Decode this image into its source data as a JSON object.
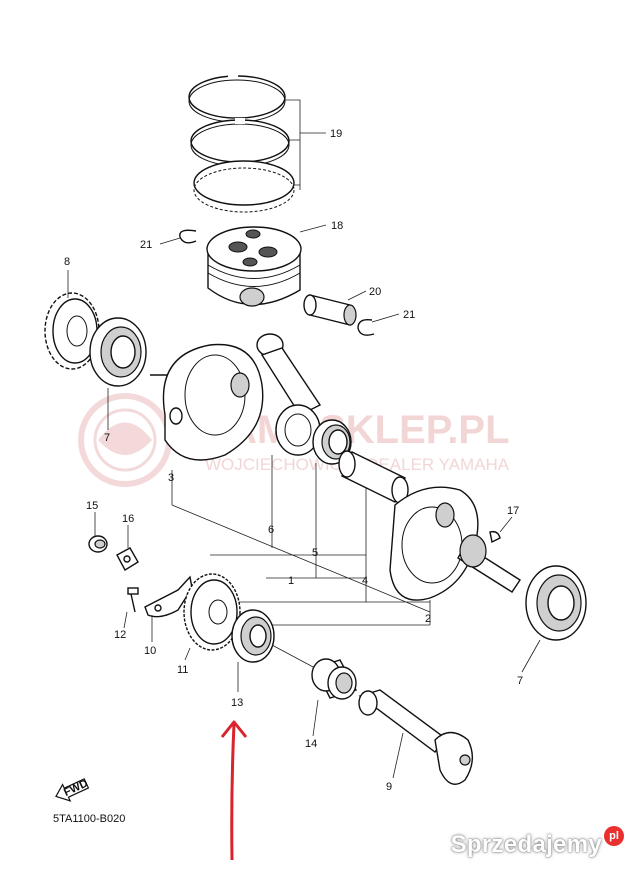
{
  "watermark": {
    "brand": "YAMASKLEP.PL",
    "tagline": "WOJCIECHOWICZ | DEALER YAMAHA"
  },
  "diagram_code": "5TA1100-B020",
  "fwd_label": "FWD",
  "site_badge": {
    "name": "Sprzedajemy",
    "suffix": "pl"
  },
  "callouts": [
    "1",
    "2",
    "3",
    "4",
    "5",
    "6",
    "7",
    "7",
    "8",
    "9",
    "10",
    "11",
    "12",
    "13",
    "14",
    "15",
    "16",
    "17",
    "18",
    "19",
    "20",
    "21",
    "21"
  ],
  "colors": {
    "annotation_arrow": "#d9232d",
    "watermark": "#e8b5b5",
    "line": "#111111"
  }
}
